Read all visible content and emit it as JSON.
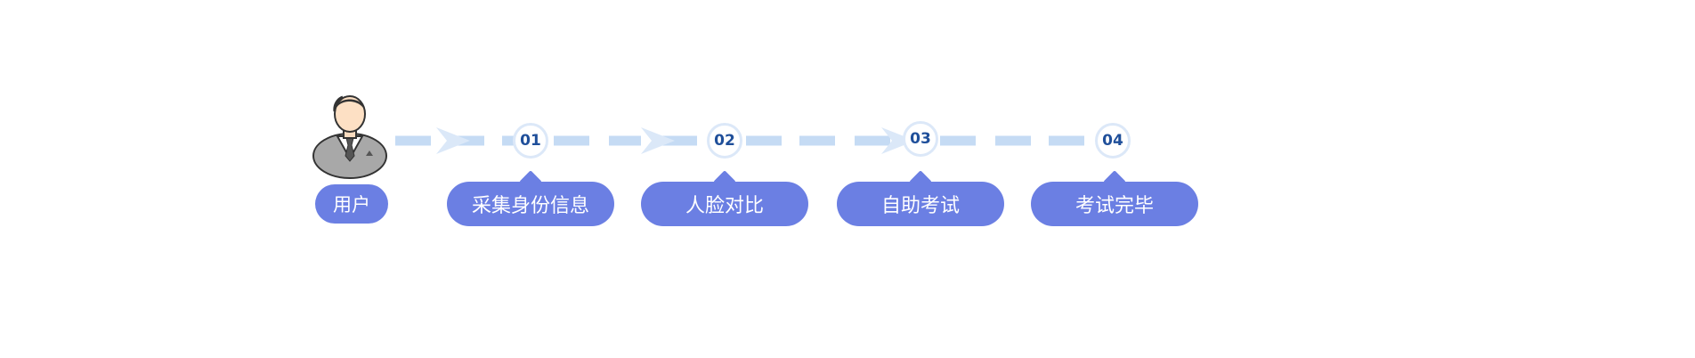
{
  "user": {
    "label": "用户",
    "icon": "businessman-avatar-icon"
  },
  "steps": [
    {
      "number": "01",
      "label": "采集身份信息"
    },
    {
      "number": "02",
      "label": "人脸对比"
    },
    {
      "number": "03",
      "label": "自助考试"
    },
    {
      "number": "04",
      "label": "考试完毕"
    }
  ],
  "colors": {
    "connector": "#c5dbf4",
    "arrow": "#dbe8f8",
    "pill": "#6b7fe3",
    "number_text": "#1f4f9a",
    "circle_border": "#dce8f8"
  }
}
